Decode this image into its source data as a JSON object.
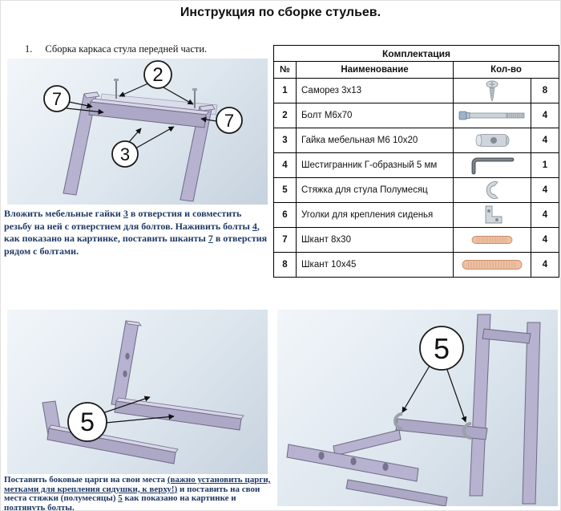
{
  "page": {
    "title": "Инструкция по сборке стульев."
  },
  "step1": {
    "num": "1.",
    "text": "Сборка каркаса стула передней части."
  },
  "diagram1": {
    "callouts": {
      "c2": "2",
      "c7a": "7",
      "c7b": "7",
      "c3": "3"
    }
  },
  "para1": {
    "p1": "Вложить мебельные гайки ",
    "n1": "3",
    "p2": " в отверстия и совместить резьбу на ней с отверстием для болтов. Наживить болты ",
    "n2": "4",
    "p3": ", как показано на картинке, поставить шканты ",
    "n3": "7",
    "p4": " в отверстия рядом с болтами."
  },
  "table": {
    "title": "Комплектация",
    "headers": {
      "num": "№",
      "name": "Наименование",
      "qty": "Кол-во"
    },
    "rows": [
      {
        "num": "1",
        "name": "Саморез 3х13",
        "icon": "screw-icon",
        "qty": "8"
      },
      {
        "num": "2",
        "name": "Болт  М6х70",
        "icon": "bolt-icon",
        "qty": "4"
      },
      {
        "num": "3",
        "name": "Гайка мебельная М6 10х20",
        "icon": "barrel-nut-icon",
        "qty": "4"
      },
      {
        "num": "4",
        "name": "Шестигранник Г-образный 5 мм",
        "icon": "hex-key-icon",
        "qty": "1"
      },
      {
        "num": "5",
        "name": "Стяжка для стула Полумесяц",
        "icon": "half-moon-bracket-icon",
        "qty": "4"
      },
      {
        "num": "6",
        "name": "Уголки для крепления сиденья",
        "icon": "corner-bracket-icon",
        "qty": "4"
      },
      {
        "num": "7",
        "name": "Шкант 8х30",
        "icon": "dowel-icon",
        "qty": "4"
      },
      {
        "num": "8",
        "name": "Шкант 10х45",
        "icon": "dowel-icon",
        "qty": "4"
      }
    ]
  },
  "diagram2": {
    "callout5": "5"
  },
  "diagram3": {
    "callout5": "5"
  },
  "para2": {
    "p1": "Поставить боковые царги на свои места ",
    "b1": "(важно установить царги, метками для крепления сидушки, к верху!)",
    "p2": " и поставить на свои места стяжки (полумесяцы) ",
    "n1": "5",
    "p3": " как показано на картинке и подтянуть болты."
  }
}
